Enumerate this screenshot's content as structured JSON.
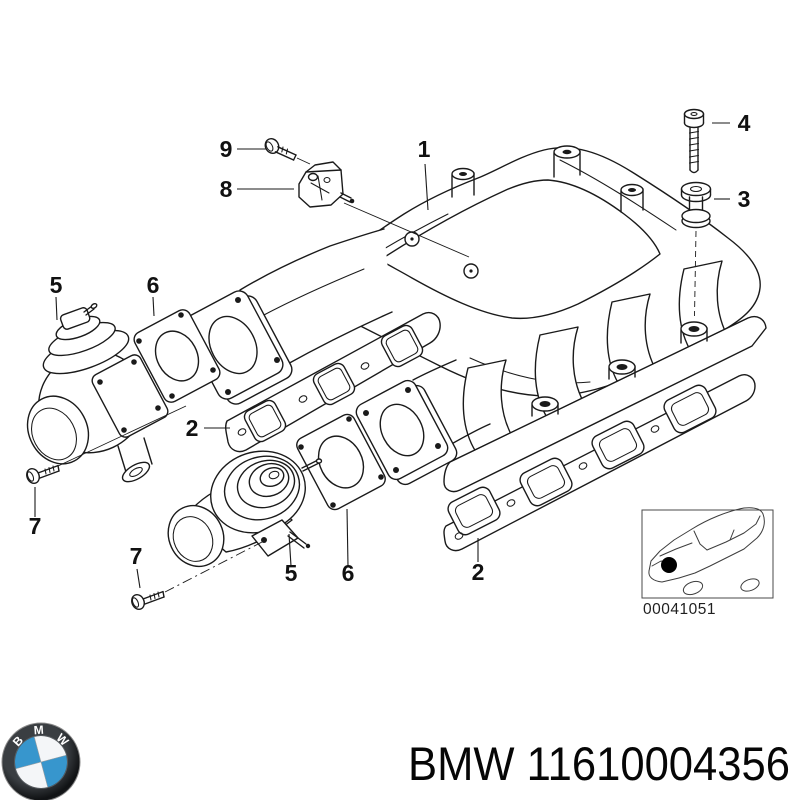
{
  "colors": {
    "line": "#1a1a1a",
    "background": "#ffffff",
    "box_border": "#4a4a4a",
    "thumb_text": "#1f1f1f",
    "logo_blue": "#3796cd",
    "logo_ring": "#1d1f21"
  },
  "diagram": {
    "callouts": [
      {
        "label": "9"
      },
      {
        "label": "8"
      },
      {
        "label": "1"
      },
      {
        "label": "4"
      },
      {
        "label": "3"
      },
      {
        "label": "5"
      },
      {
        "label": "6"
      },
      {
        "label": "2"
      },
      {
        "label": "7"
      },
      {
        "label": "7"
      },
      {
        "label": "5"
      },
      {
        "label": "6"
      },
      {
        "label": "2"
      }
    ],
    "thumbnail": {
      "code": "00041051"
    }
  },
  "footer": {
    "part_label": "BMW 11610004356"
  },
  "logo": {
    "letters": [
      "B",
      "M",
      "W"
    ]
  }
}
